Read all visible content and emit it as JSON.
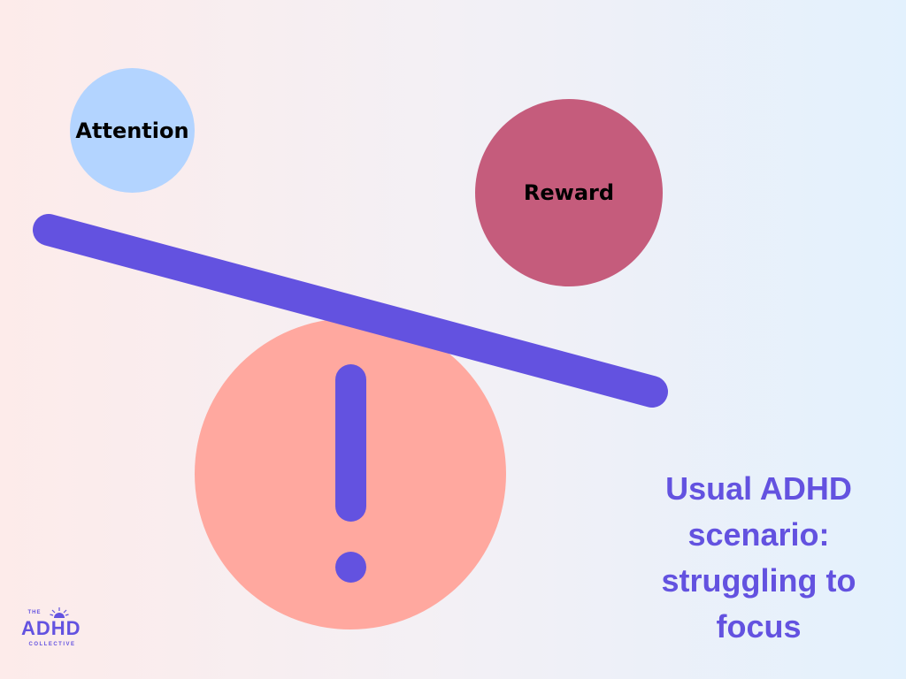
{
  "diagram": {
    "nodes": {
      "attention": "Attention",
      "reward": "Reward"
    },
    "caption": "Usual ADHD scenario: struggling to focus"
  },
  "logo": {
    "the": "THE",
    "name": "ADHD",
    "subtitle": "COLLECTIVE"
  },
  "colors": {
    "beam": "#6352E0",
    "fulcrum": "#FFA89F",
    "attention_circle": "#B3D4FF",
    "reward_circle": "#C55C7C",
    "caption_text": "#6352E0"
  },
  "icons": {
    "fulcrum_symbol": "exclamation-icon",
    "logo_symbol": "sun-icon"
  }
}
